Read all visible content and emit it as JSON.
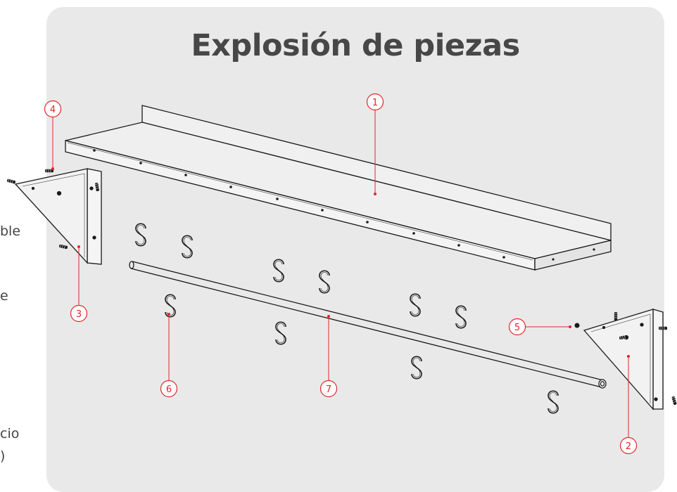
{
  "page": {
    "title": "Explosión de piezas",
    "left_fragments": [
      "ble",
      "e",
      "cio",
      ")"
    ]
  },
  "callouts": [
    "1",
    "2",
    "3",
    "4",
    "5",
    "6",
    "7"
  ],
  "colors": {
    "panel_bg": "#e9e9e9",
    "title": "#474747",
    "callout": "#e0262b",
    "line": "#1a1a1a",
    "side_text": "#444444"
  },
  "parts": {
    "shelf": "shelf-icon",
    "bracket_left": "bracket-icon",
    "bracket_right": "bracket-icon",
    "rod": "rod-icon",
    "hooks": "s-hook-icon",
    "screws": "screw-icon"
  }
}
